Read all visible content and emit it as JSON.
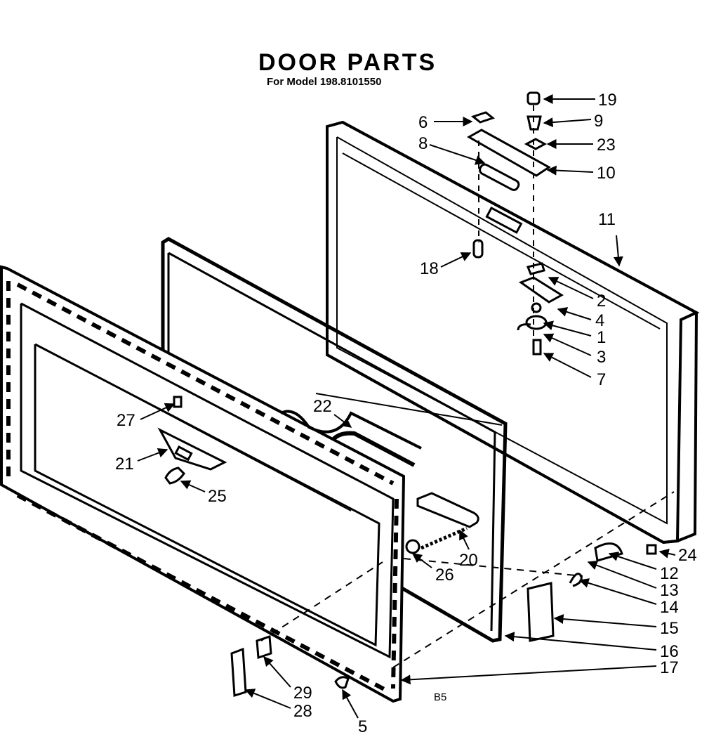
{
  "header": {
    "title": "DOOR PARTS",
    "subtitle": "For Model 198.8101550"
  },
  "footer_code": "B5",
  "callouts": [
    {
      "id": "p19",
      "label": "19"
    },
    {
      "id": "p9",
      "label": "9"
    },
    {
      "id": "p23",
      "label": "23"
    },
    {
      "id": "p10",
      "label": "10"
    },
    {
      "id": "p6",
      "label": "6"
    },
    {
      "id": "p8",
      "label": "8"
    },
    {
      "id": "p11",
      "label": "11"
    },
    {
      "id": "p18",
      "label": "18"
    },
    {
      "id": "p2",
      "label": "2"
    },
    {
      "id": "p4",
      "label": "4"
    },
    {
      "id": "p1",
      "label": "1"
    },
    {
      "id": "p3",
      "label": "3"
    },
    {
      "id": "p7",
      "label": "7"
    },
    {
      "id": "p22",
      "label": "22"
    },
    {
      "id": "p27",
      "label": "27"
    },
    {
      "id": "p21",
      "label": "21"
    },
    {
      "id": "p25",
      "label": "25"
    },
    {
      "id": "p24",
      "label": "24"
    },
    {
      "id": "p12",
      "label": "12"
    },
    {
      "id": "p20",
      "label": "20"
    },
    {
      "id": "p26",
      "label": "26"
    },
    {
      "id": "p13",
      "label": "13"
    },
    {
      "id": "p14",
      "label": "14"
    },
    {
      "id": "p15",
      "label": "15"
    },
    {
      "id": "p16",
      "label": "16"
    },
    {
      "id": "p17",
      "label": "17"
    },
    {
      "id": "p29",
      "label": "29"
    },
    {
      "id": "p28",
      "label": "28"
    },
    {
      "id": "p5",
      "label": "5"
    }
  ]
}
